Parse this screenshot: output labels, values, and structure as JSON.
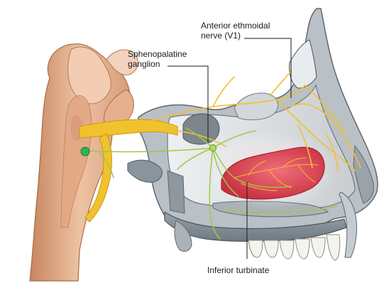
{
  "labels": {
    "sphenopalatine_line1": "Sphenopalatine",
    "sphenopalatine_line2": "ganglion",
    "anterior_line1": "Anterior ethmoidal",
    "anterior_line2": "nerve (V1)",
    "inferior_turbinate": "Inferior turbinate"
  },
  "colors": {
    "nerve": "#f2c12e",
    "parasympathetic_fiber": "#9cc94a",
    "turbinate": "#d9404f",
    "bone": "#8a949c",
    "bone_dark": "#5e6870",
    "brainstem": "#e8b99a",
    "ganglion_dot": "#2fb34a",
    "leader_line": "#1a1a1a"
  }
}
